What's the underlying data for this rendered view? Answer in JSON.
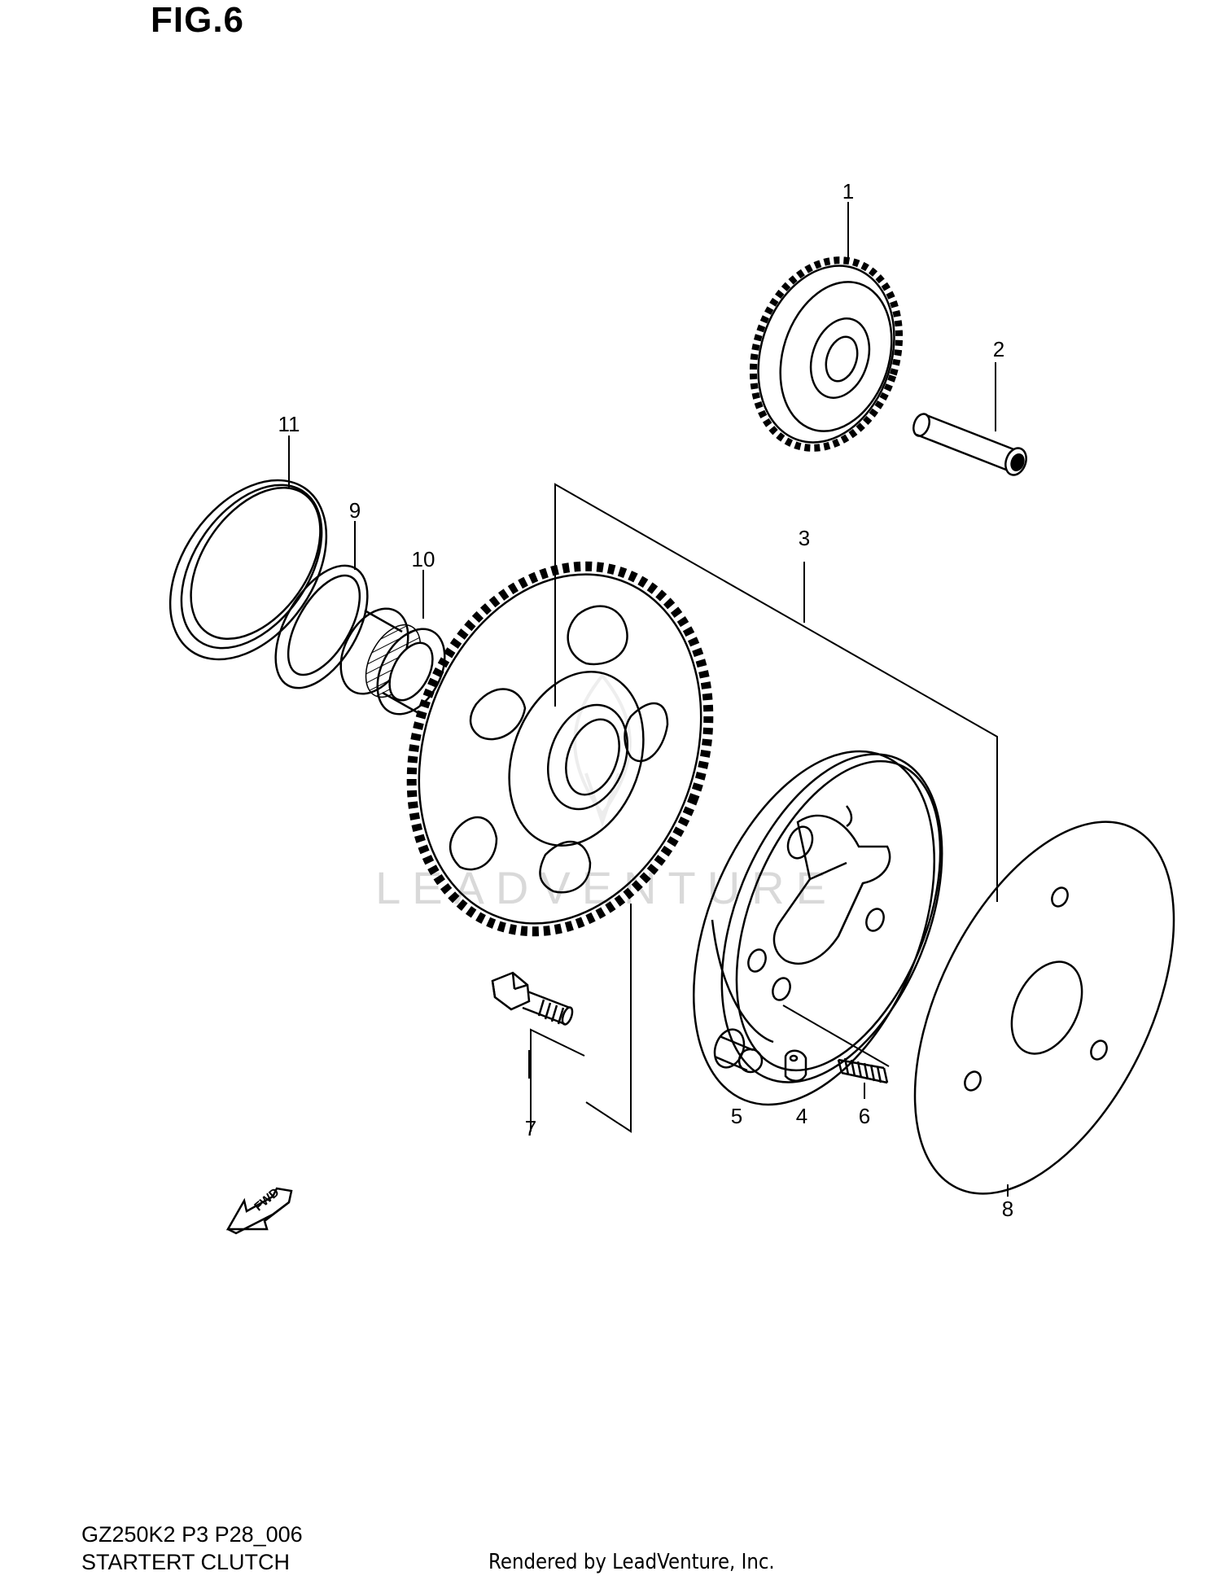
{
  "figure": {
    "title": "FIG.6"
  },
  "callouts": [
    "1",
    "2",
    "3",
    "4",
    "5",
    "6",
    "7",
    "8",
    "9",
    "10",
    "11"
  ],
  "fwd_label": "FWD",
  "watermark": "LEADVENTURE",
  "footer": {
    "model_line": "GZ250K2 P3 P28_006",
    "section_name": "STARTERT CLUTCH",
    "rendered_by": "Rendered by LeadVenture, Inc."
  },
  "colors": {
    "line": "#000000",
    "background": "#ffffff",
    "watermark": "#d9d9d9"
  }
}
